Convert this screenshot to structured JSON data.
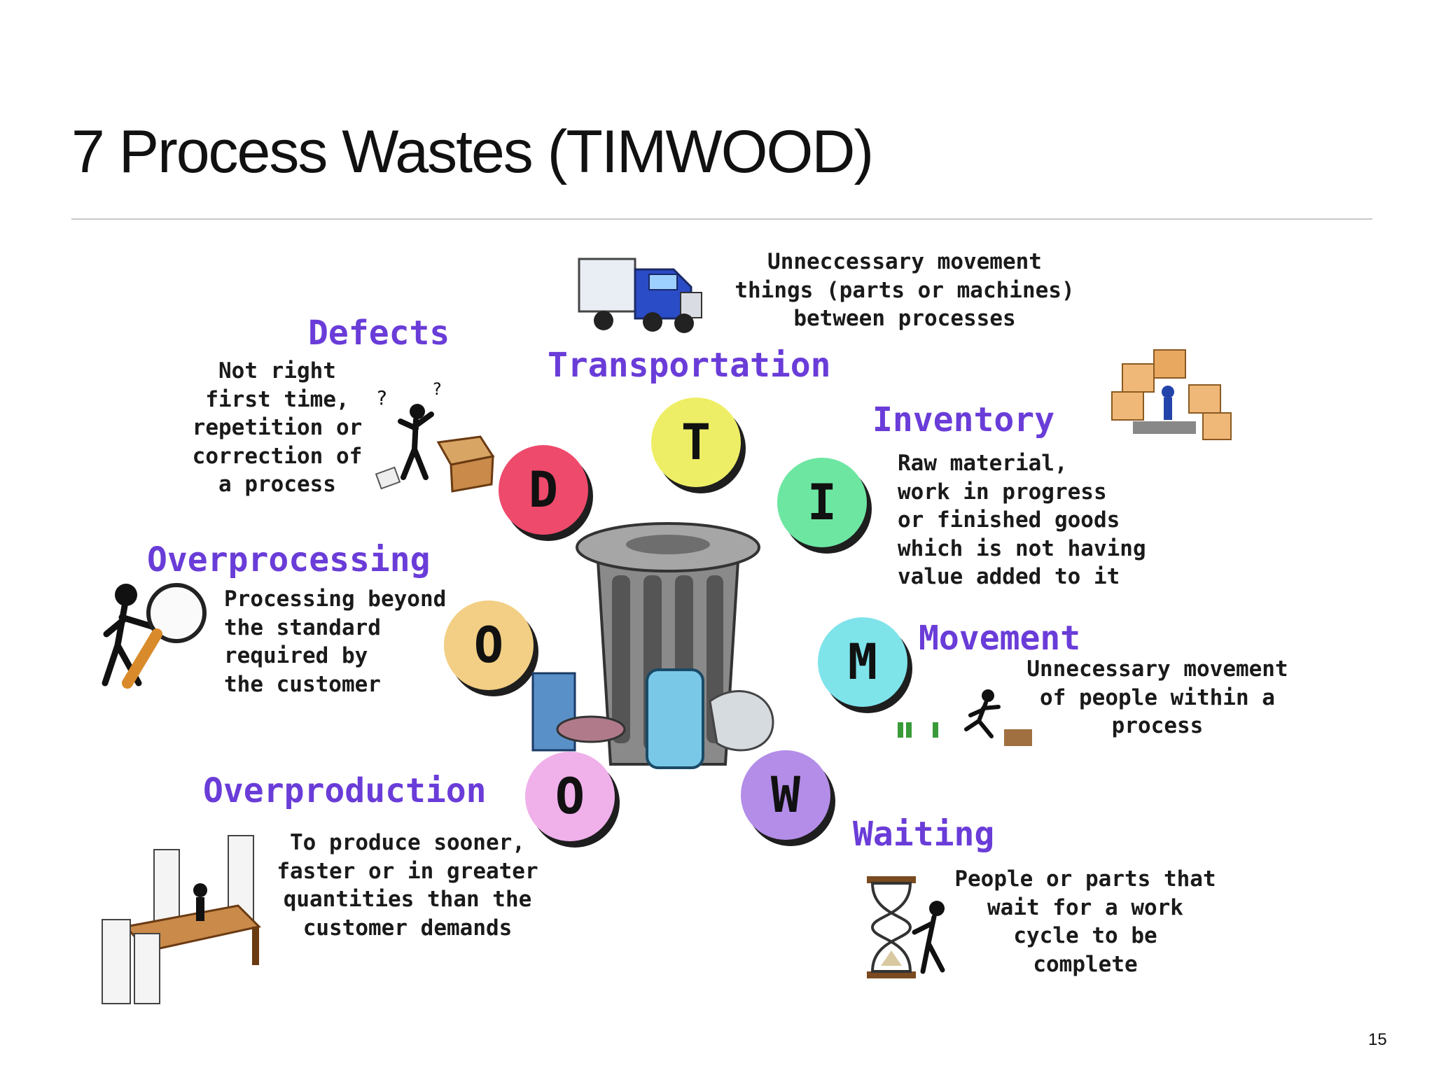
{
  "slide": {
    "title": "7 Process Wastes (TIMWOOD)",
    "page_number": "15"
  },
  "wastes": [
    {
      "letter": "T",
      "color": "#eeee66",
      "heading": "Transportation",
      "description": "Unneccessary movement\nthings (parts or machines)\nbetween processes"
    },
    {
      "letter": "I",
      "color": "#6de6a2",
      "heading": "Inventory",
      "description": "Raw material,\nwork in progress\nor finished goods\nwhich is not having\nvalue added to it"
    },
    {
      "letter": "M",
      "color": "#7fe3ea",
      "heading": "Movement",
      "description": "Unnecessary movement\nof people within a\nprocess"
    },
    {
      "letter": "W",
      "color": "#b38de8",
      "heading": "Waiting",
      "description": "People or parts that\nwait for a work\ncycle to be\ncomplete"
    },
    {
      "letter": "O",
      "color": "#f0b0ea",
      "heading": "Overproduction",
      "description": "To produce sooner,\nfaster or in greater\nquantities than the\ncustomer demands"
    },
    {
      "letter": "O",
      "color": "#f2cf84",
      "heading": "Overprocessing",
      "description": "Processing beyond\nthe standard\nrequired by\nthe customer"
    },
    {
      "letter": "D",
      "color": "#ee4a6c",
      "heading": "Defects",
      "description": "Not right\nfirst time,\nrepetition or\ncorrection of\na process"
    }
  ],
  "colors": {
    "heading": "#6a3cd8",
    "text": "#1a1a1a",
    "rule": "#c8c8c8"
  }
}
